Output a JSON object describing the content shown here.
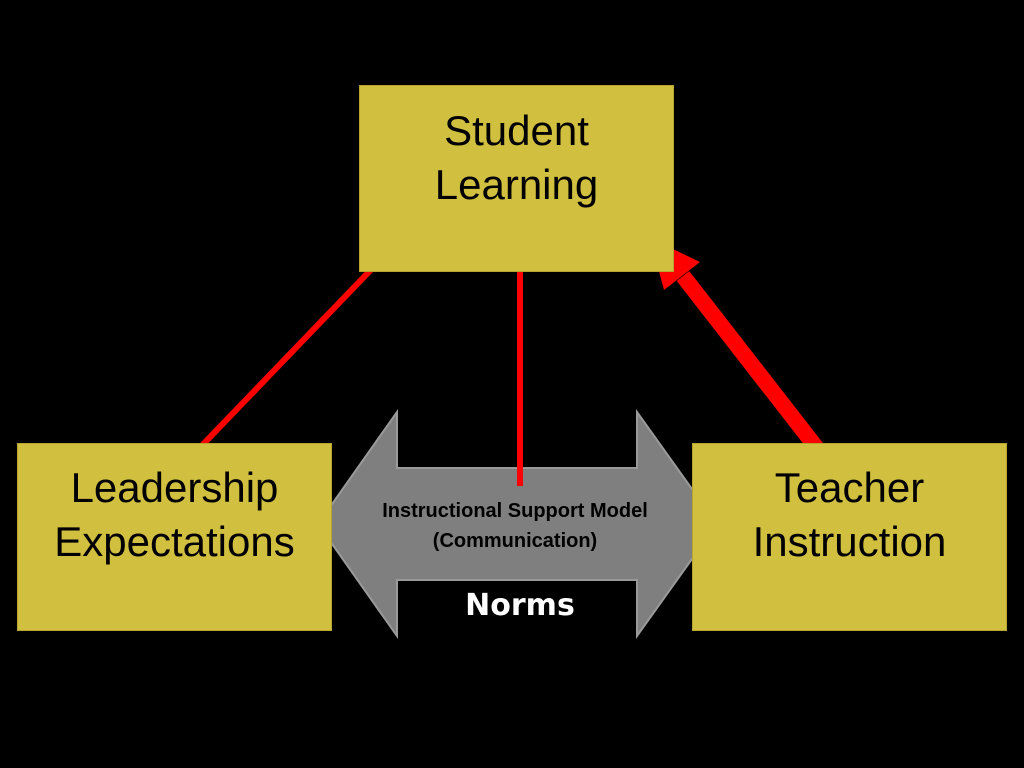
{
  "boxes": {
    "student_learning": {
      "line1": "Student",
      "line2": "Learning"
    },
    "leadership_expectations": {
      "line1": "Leadership",
      "line2": "Expectations"
    },
    "teacher_instruction": {
      "line1": "Teacher",
      "line2": "Instruction"
    }
  },
  "double_arrow": {
    "line1": "Instructional Support Model",
    "line2": "(Communication)"
  },
  "norms_label": "Norms",
  "colors": {
    "background": "#000000",
    "box_fill": "#d1bf3f",
    "double_arrow_fill": "#7f7f7f",
    "arrow_red": "#ff0000",
    "norms_text": "#ffffff"
  }
}
